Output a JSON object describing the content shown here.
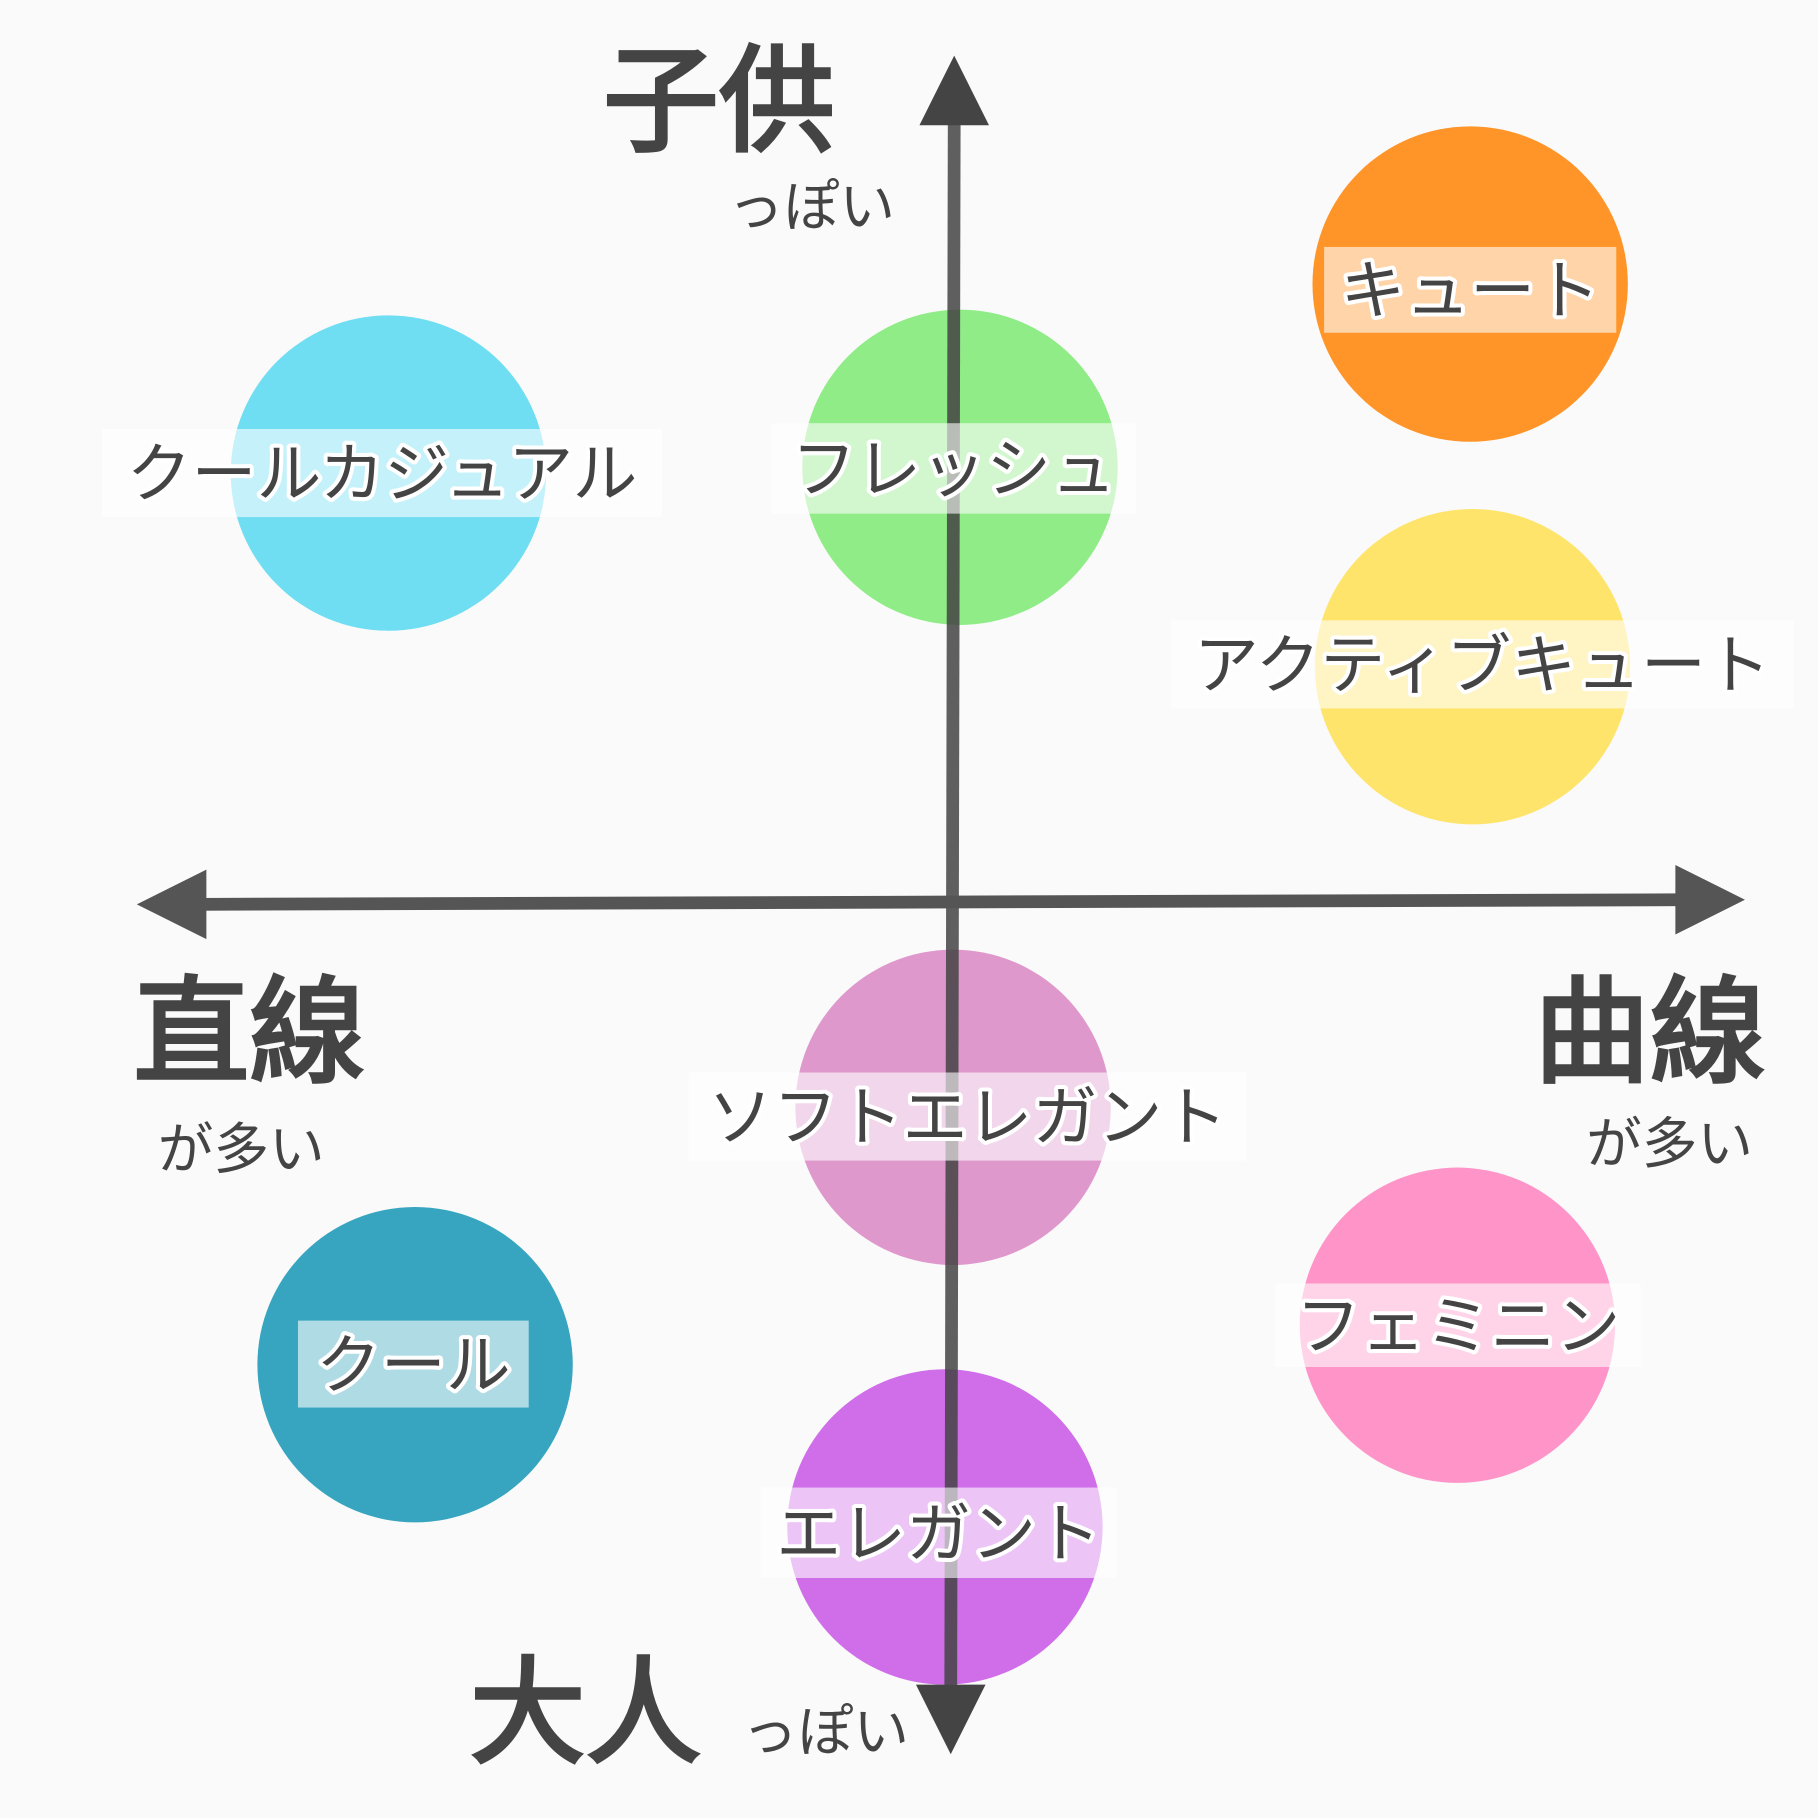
{
  "axes": {
    "top": {
      "main": "子供",
      "sub": "っぽい"
    },
    "bottom": {
      "main": "大人",
      "sub": "っぽい"
    },
    "left": {
      "main": "直線",
      "sub": "が多い"
    },
    "right": {
      "main": "曲線",
      "sub": "が多い"
    }
  },
  "styles": [
    {
      "label": "キュート",
      "color": "#FF9529"
    },
    {
      "label": "クールカジュアル",
      "color": "#6FDDF2"
    },
    {
      "label": "フレッシュ",
      "color": "#90EC87"
    },
    {
      "label": "アクティブキュート",
      "color": "#FFE46B"
    },
    {
      "label": "ソフトエレガント",
      "color": "#DF98CC"
    },
    {
      "label": "フェミニン",
      "color": "#FF94C8"
    },
    {
      "label": "クール",
      "color": "#37A5BF"
    },
    {
      "label": "エレガント",
      "color": "#CF6EE8"
    }
  ],
  "axis_color": "#444444"
}
